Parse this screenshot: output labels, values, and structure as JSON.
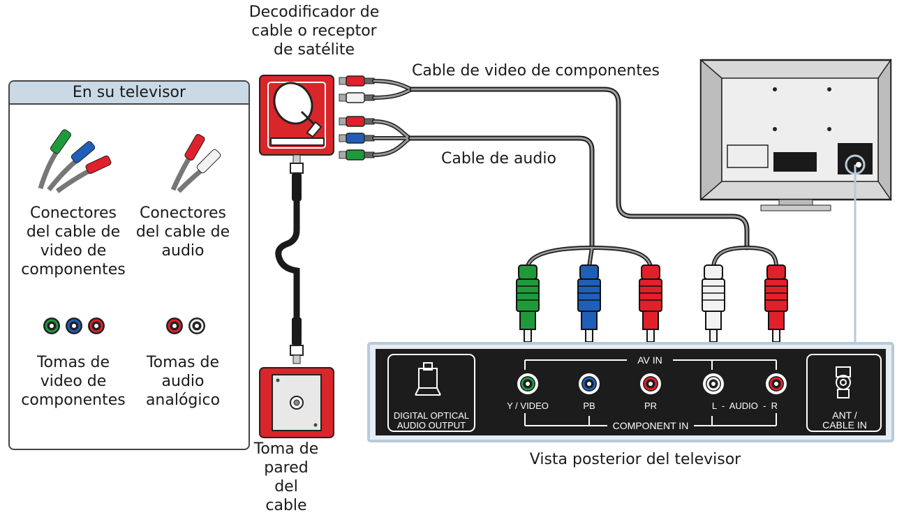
{
  "legend": {
    "title": "En su televisor",
    "component_connectors_label": "Conectores\ndel cable de\nvideo de\ncomponentes",
    "audio_connectors_label": "Conectores\ndel cable de\naudio",
    "component_jacks_label": "Tomas de\nvideo de\ncomponentes",
    "audio_jacks_label": "Tomas de\naudio\nanalógico"
  },
  "devices": {
    "set_top_box": "Decodificador de\ncable o receptor\nde satélite",
    "wall_jack": "Toma de\npared del\ncable",
    "tv_rear_view": "Vista posterior del televisor"
  },
  "cables": {
    "component_video": "Cable de video de componentes",
    "audio": "Cable de audio"
  },
  "panel": {
    "digital_optical": [
      "DIGITAL OPTICAL",
      "AUDIO OUTPUT"
    ],
    "av_in": "AV IN",
    "component_in": "COMPONENT IN",
    "y_video": "Y / VIDEO",
    "pb": "PB",
    "pr": "PR",
    "audio_lr": "L  -  AUDIO  -  R",
    "ant": [
      "ANT /",
      "CABLE IN"
    ]
  },
  "colors": {
    "red": "#e0202a",
    "green": "#1f9a3a",
    "blue": "#1f5fb8",
    "white": "#f2f2f2",
    "device_red": "#d9262b",
    "panel_bg": "#1c1c1c",
    "panel_border": "#b7cad8"
  }
}
